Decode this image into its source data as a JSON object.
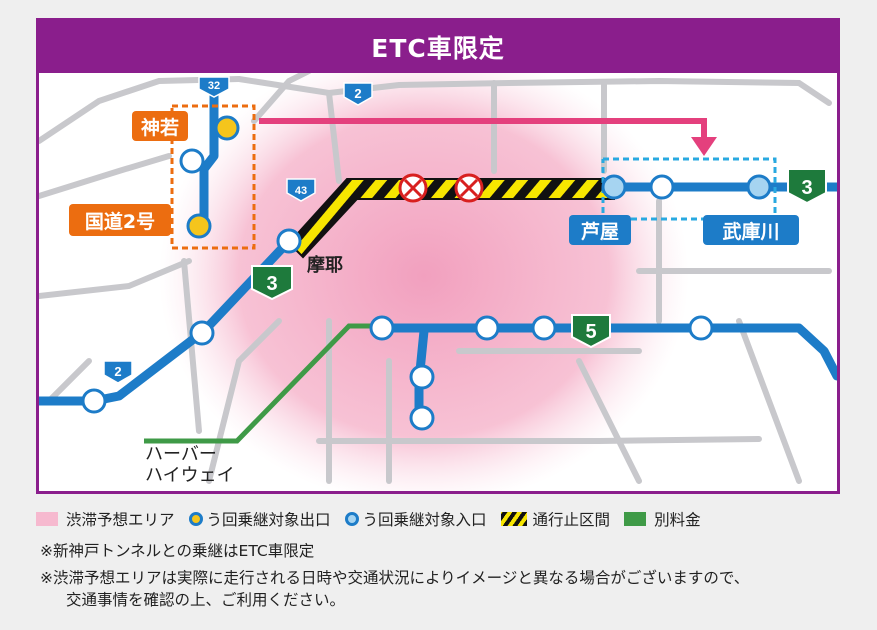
{
  "title": "ETC車限定",
  "colors": {
    "frame": "#8a1e8c",
    "expressway": "#1d7cc8",
    "harbor_highway": "#3f9a47",
    "congestion_area": "#f6b9cf",
    "reroute_arrow": "#e4407d",
    "station_label_orange": "#ec6d10",
    "station_label_blue": "#1d7cc8",
    "route_shield_green": "#1e7a3c"
  },
  "map": {
    "stations": {
      "kamiwaka": "神若",
      "kokudo2": "国道2号",
      "maya": "摩耶",
      "ashiya": "芦屋",
      "mukogawa": "武庫川"
    },
    "road_label": "ハーバー\nハイウェイ",
    "route_numbers": {
      "kobe_line_shield": "3",
      "kobe_line_shield_east": "3",
      "wangan_shield": "5",
      "national_32": "32",
      "national_2_top": "2",
      "national_43": "43",
      "national_2_bottom": "2"
    },
    "closed_marks": 2
  },
  "legend": {
    "congestion": "渋滞予想エリア",
    "exit": "う回乗継対象出口",
    "entry": "う回乗継対象入口",
    "closed": "通行止区間",
    "separate_toll": "別料金"
  },
  "notes": {
    "note1": "※新神戸トンネルとの乗継はETC車限定",
    "note2_line1": "※渋滞予想エリアは実際に走行される日時や交通状況によりイメージと異なる場合がございますので、",
    "note2_line2": "交通事情を確認の上、ご利用ください。"
  }
}
